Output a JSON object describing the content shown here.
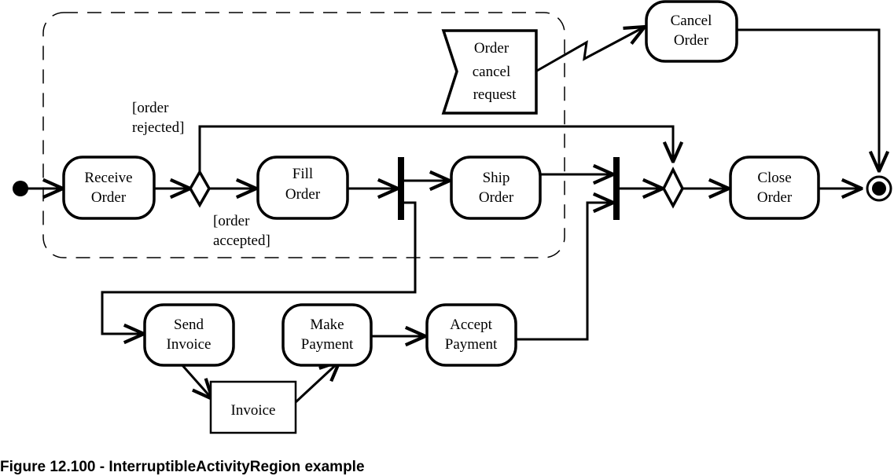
{
  "diagram": {
    "region_label": "interruptible-activity-region",
    "actions": [
      {
        "id": "receive-order",
        "lines": [
          "Receive",
          "Order"
        ]
      },
      {
        "id": "fill-order",
        "lines": [
          "Fill",
          "Order"
        ]
      },
      {
        "id": "ship-order",
        "lines": [
          "Ship",
          "Order"
        ]
      },
      {
        "id": "close-order",
        "lines": [
          "Close",
          "Order"
        ]
      },
      {
        "id": "cancel-order",
        "lines": [
          "Cancel",
          "Order"
        ]
      },
      {
        "id": "send-invoice",
        "lines": [
          "Send",
          "Invoice"
        ]
      },
      {
        "id": "make-payment",
        "lines": [
          "Make",
          "Payment"
        ]
      },
      {
        "id": "accept-payment",
        "lines": [
          "Accept",
          "Payment"
        ]
      }
    ],
    "signal": {
      "id": "order-cancel-request",
      "lines": [
        "Order",
        "cancel",
        "request"
      ]
    },
    "object_node": {
      "id": "invoice",
      "label": "Invoice"
    },
    "guards": {
      "rejected": [
        "[order",
        "rejected]"
      ],
      "accepted": [
        "[order",
        "accepted]"
      ]
    }
  },
  "caption": "Figure 12.100 - InterruptibleActivityRegion example"
}
